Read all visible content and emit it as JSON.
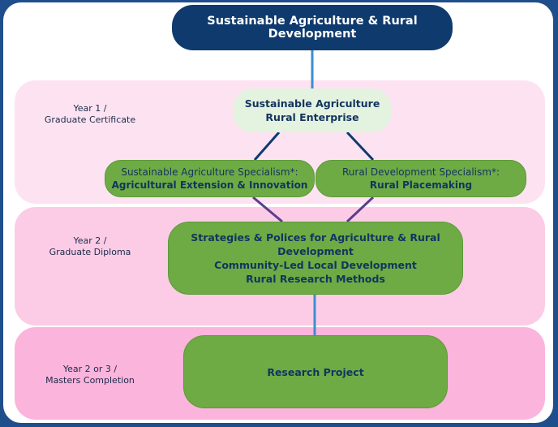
{
  "diagram": {
    "title": "Sustainable Agriculture & Rural Development",
    "bands": [
      {
        "line1": "Year 1 /",
        "line2": "Graduate Certificate"
      },
      {
        "line1": "Year 2 /",
        "line2": "Graduate Diploma"
      },
      {
        "line1": "Year 2 or 3 /",
        "line2": "Masters Completion"
      }
    ],
    "enterprise": {
      "line1": "Sustainable Agriculture",
      "line2": "Rural Enterprise"
    },
    "specialisms": [
      {
        "subtitle": "Sustainable Agriculture Specialism*:",
        "name": "Agricultural Extension & Innovation"
      },
      {
        "subtitle": "Rural Development Specialism*:",
        "name": "Rural Placemaking"
      }
    ],
    "year2_modules": [
      "Strategies & Polices for Agriculture & Rural Development",
      "Community-Led Local Development",
      "Rural Research Methods"
    ],
    "research": "Research Project"
  },
  "colors": {
    "navy": "#0f3a6e",
    "green": "#6eab45",
    "light_green": "#e4f2e0",
    "band1": "#fde3f1",
    "band2": "#fccce6",
    "band3": "#fbb4dc",
    "connector_blue": "#3a8fcf",
    "connector_dark": "#0f3a6e"
  }
}
